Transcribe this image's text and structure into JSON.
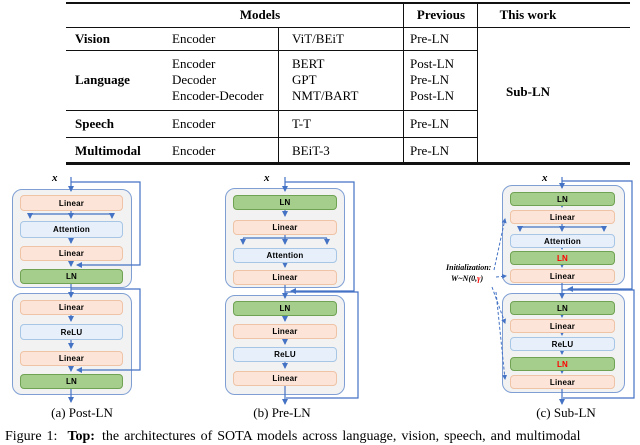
{
  "colors": {
    "arrow": "#4472c4",
    "linear_fill": "#fce5d8",
    "linear_border": "#eec3a6",
    "attn_fill": "#e6effa",
    "attn_border": "#a7c6e5",
    "ln_fill": "#a5ce8d",
    "ln_border": "#70a253",
    "group_fill": "#f2f2f2",
    "group_border": "#7f9fd4",
    "ln_red_text": "#ff0000"
  },
  "table": {
    "header": {
      "models": "Models",
      "previous": "Previous",
      "this_work": "This work"
    },
    "groups": [
      {
        "category": "Vision",
        "rows": [
          {
            "arch": "Encoder",
            "model": "ViT/BEiT",
            "previous": "Pre-LN"
          }
        ]
      },
      {
        "category": "Language",
        "rows": [
          {
            "arch": "Encoder",
            "model": "BERT",
            "previous": "Post-LN"
          },
          {
            "arch": "Decoder",
            "model": "GPT",
            "previous": "Pre-LN"
          },
          {
            "arch": "Encoder-Decoder",
            "model": "NMT/BART",
            "previous": "Post-LN"
          }
        ]
      },
      {
        "category": "Speech",
        "rows": [
          {
            "arch": "Encoder",
            "model": "T-T",
            "previous": "Pre-LN"
          }
        ]
      },
      {
        "category": "Multimodal",
        "rows": [
          {
            "arch": "Encoder",
            "model": "BEiT-3",
            "previous": "Pre-LN"
          }
        ]
      }
    ],
    "this_work_value": "Sub-LN"
  },
  "diagrams": {
    "post_ln": {
      "input": "x",
      "group1": {
        "b0": "Linear",
        "b1": "Attention",
        "b2": "Linear",
        "b3": "LN"
      },
      "group2": {
        "b0": "Linear",
        "b1": "ReLU",
        "b2": "Linear",
        "b3": "LN"
      },
      "caption": "(a) Post-LN"
    },
    "pre_ln": {
      "input": "x",
      "group1": {
        "b0": "LN",
        "b1": "Linear",
        "b2": "Attention",
        "b3": "Linear"
      },
      "group2": {
        "b0": "LN",
        "b1": "Linear",
        "b2": "ReLU",
        "b3": "Linear"
      },
      "caption": "(b) Pre-LN"
    },
    "sub_ln": {
      "input": "x",
      "group1": {
        "b0": "LN",
        "b1": "Linear",
        "b2": "Attention",
        "b3": "LN",
        "b4": "Linear"
      },
      "group2": {
        "b0": "LN",
        "b1": "Linear",
        "b2": "ReLU",
        "b3": "LN",
        "b4": "Linear"
      },
      "annotation": {
        "line1": "Initialization:",
        "line2_pre": "W~N(0,",
        "gamma": "γ",
        "line2_post": ")"
      },
      "caption": "(c) Sub-LN"
    }
  },
  "figure_caption": {
    "prefix": "Figure 1:",
    "bold": "Top:",
    "rest": "the architectures of SOTA models across language, vision, speech, and multimodal"
  }
}
